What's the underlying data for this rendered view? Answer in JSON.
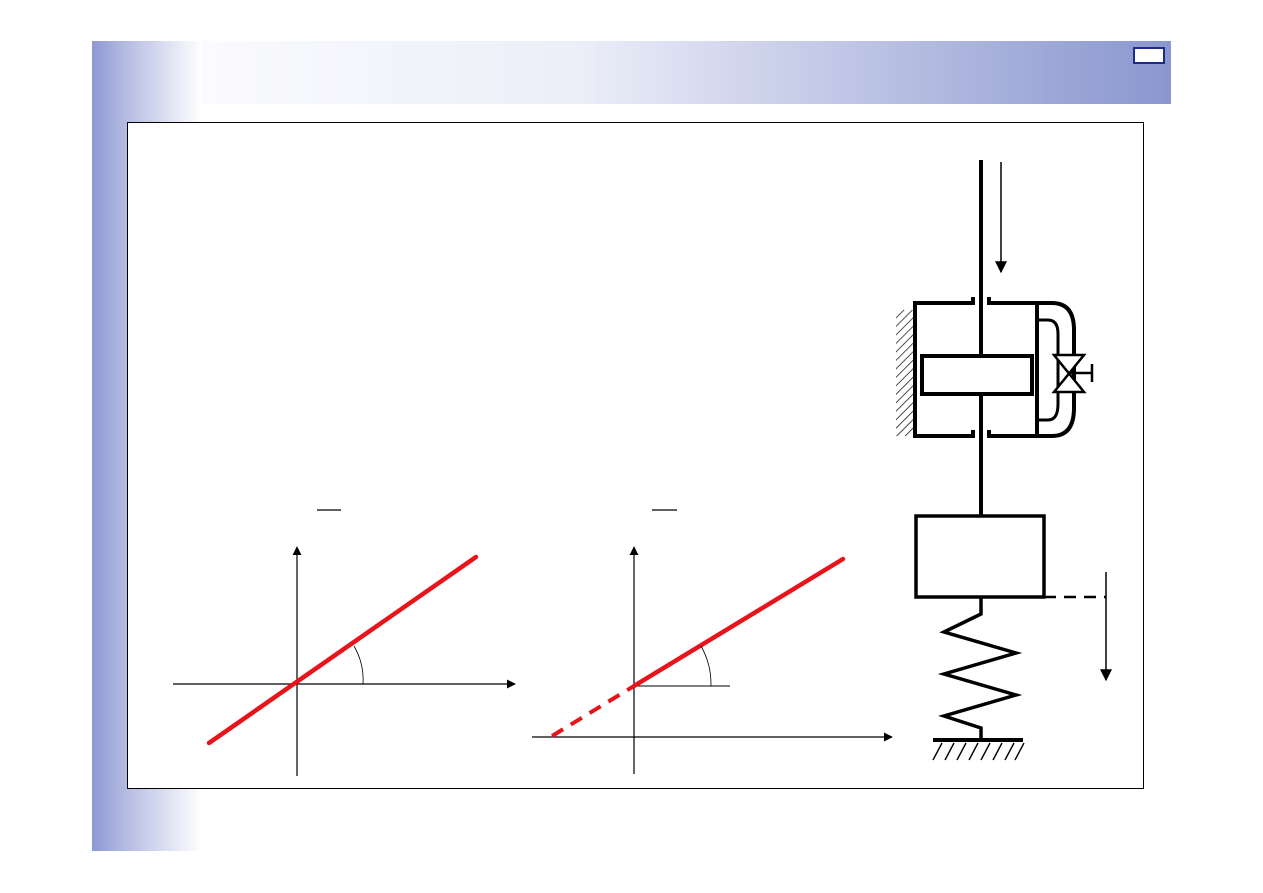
{
  "slide": {
    "page_number": "",
    "colors": {
      "sidebar_start": "#8e98d2",
      "sidebar_end": "#ffffff",
      "header_start": "#ffffff",
      "header_end": "#8a96cf",
      "badge_border": "#1f2a8f",
      "frame_border": "#000000"
    }
  },
  "diagram": {
    "line_color": "#e8141b",
    "ink_color": "#000000",
    "left_graph": {
      "overbar_label": ""
    },
    "middle_graph": {
      "overbar_label": ""
    },
    "mechanism": {
      "parts": [
        "input-rod",
        "input-arrow",
        "dashpot-cylinder",
        "piston",
        "bypass-valve",
        "fixed-wall",
        "mass-block",
        "spring",
        "ground",
        "output-arrow"
      ]
    }
  }
}
